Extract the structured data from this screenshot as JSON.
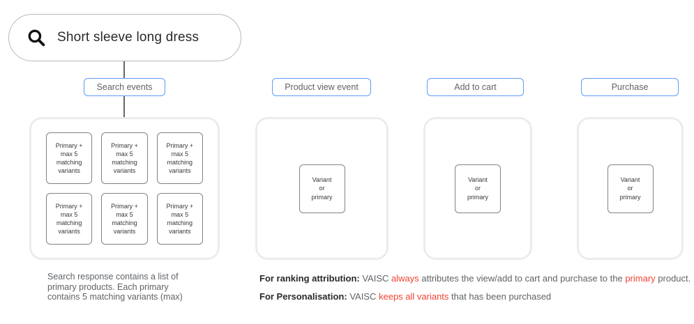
{
  "colors": {
    "accent_blue": "#5e9bf7",
    "panel_border": "#ececec",
    "box_border": "#7d838a",
    "text_gray": "#5f6368",
    "text_dark": "#27292a",
    "highlight_red": "#ee4434",
    "connector_gray": "#63666a",
    "pill_border": "#b4b8bd"
  },
  "search_bar": {
    "query": "Short sleeve long dress",
    "icon": "search-icon"
  },
  "event_buttons": [
    {
      "label": "Search events"
    },
    {
      "label": "Product view event"
    },
    {
      "label": "Add to cart"
    },
    {
      "label": "Purchase"
    }
  ],
  "panels": {
    "search_events": {
      "box_count": 6,
      "box_label": "Primary +\nmax 5\nmatching\nvariants"
    },
    "product_view": {
      "box_label": "Variant\nor\nprimary"
    },
    "add_to_cart": {
      "box_label": "Variant\nor\nprimary"
    },
    "purchase": {
      "box_label": "Variant\nor\nprimary"
    }
  },
  "notes": {
    "search_note": "Search response contains a list of\nprimary products. Each primary\ncontains 5 matching variants (max)",
    "ranking": {
      "label": "For ranking attribution:",
      "seg1": " VAISC ",
      "red1": "always",
      "seg2": " attributes the view/add to cart and purchase to the ",
      "red2": "primary",
      "seg3": " product."
    },
    "personalisation": {
      "label": "For Personalisation:",
      "seg1": " VAISC ",
      "red1": "keeps all variants",
      "seg2": " that has been purchased"
    }
  }
}
